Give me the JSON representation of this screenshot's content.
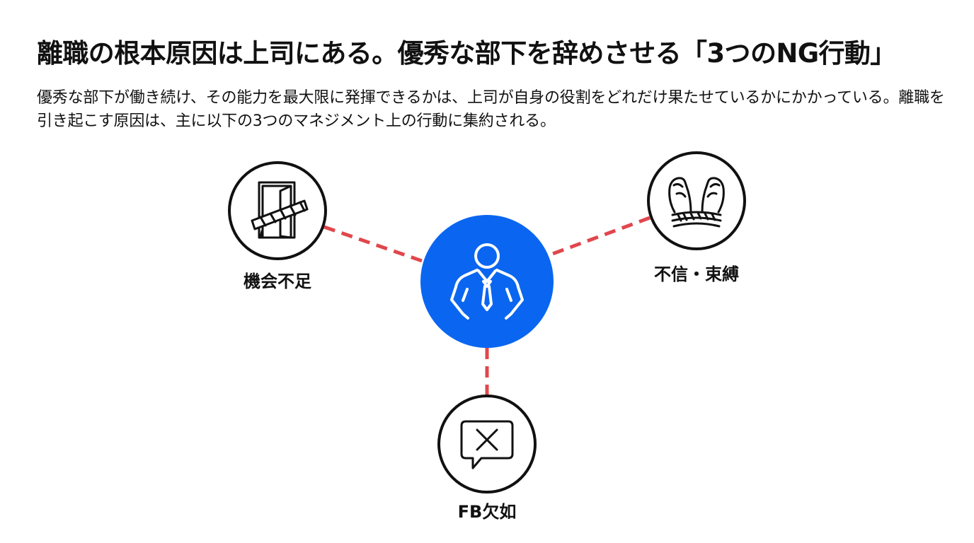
{
  "title": "離職の根本原因は上司にある。優秀な部下を辞めさせる「3つのNG行動」",
  "description": "優秀な部下が働き続け、その能力を最大限に発揮できるかは、上司が自身の役割をどれだけ果たせているかにかかっている。離職を引き起こす原因は、主に以下の3つのマネジメント上の行動に集約される。",
  "diagram": {
    "center": {
      "icon": "manager-icon",
      "color": "#0a66f0"
    },
    "connector_color": "#e0474c",
    "nodes": [
      {
        "id": "opportunity",
        "label": "機会不足",
        "icon": "barricaded-door-icon"
      },
      {
        "id": "distrust",
        "label": "不信・束縛",
        "icon": "tied-hands-icon"
      },
      {
        "id": "feedback",
        "label": "FB欠如",
        "icon": "speech-bubble-x-icon"
      }
    ]
  }
}
